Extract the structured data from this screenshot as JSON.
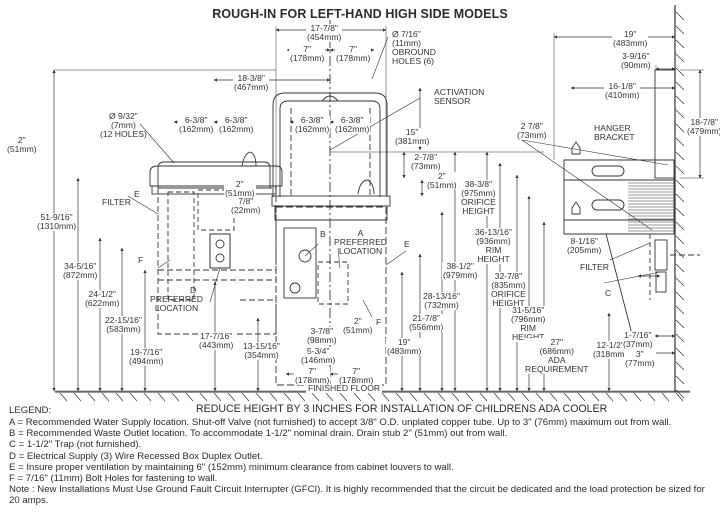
{
  "title": "ROUGH-IN FOR LEFT-HAND HIGH SIDE MODELS",
  "front_view": {
    "top_dims": [
      {
        "id": "overall_width",
        "text": "17-7/8\"",
        "mm": "(454mm)"
      },
      {
        "id": "hole_left",
        "text": "7\"",
        "mm": "(178mm)"
      },
      {
        "id": "hole_right",
        "text": "7\"",
        "mm": "(178mm)"
      },
      {
        "id": "offset",
        "text": "18-3/8\"",
        "mm": "(467mm)"
      }
    ],
    "hole_callout": {
      "line1": "Ø 9/32\"",
      "line2": "(7mm)",
      "line3": "(12 HOLES)"
    },
    "obround_callout": {
      "line1": "Ø 7/16\"",
      "line2": "(11mm)",
      "line3": "OBROUND",
      "line4": "HOLES (6)"
    },
    "sensor_label": {
      "line1": "ACTIVATION",
      "line2": "SENSOR"
    },
    "bracket_dims": [
      {
        "text": "6-3/8\"",
        "mm": "(162mm)"
      },
      {
        "text": "6-3/8\"",
        "mm": "(162mm)"
      },
      {
        "text": "6-3/8\"",
        "mm": "(162mm)"
      },
      {
        "text": "6-3/8\"",
        "mm": "(162mm)"
      }
    ],
    "sensor_height": {
      "text": "15\"",
      "mm": "(381mm)"
    },
    "dim_2_7_8": {
      "text": "2-7/8\"",
      "mm": "(73mm)"
    },
    "dim_2_right": {
      "text": "2\"",
      "mm": "(51mm)"
    },
    "dim_2_left": {
      "text": "2\"",
      "mm": "(51mm)"
    },
    "dim_2_center": {
      "text": "2\"",
      "mm": "(51mm)"
    },
    "dim_7_8": {
      "text": "7/8\"",
      "mm": "(22mm)"
    },
    "labels": {
      "E_left": "E",
      "filter": "FILTER",
      "F_left": "F",
      "D": "D",
      "preferred_d": "PREFERRED",
      "location_d": "LOCATION",
      "B": "B",
      "A": "A",
      "preferred_a": "PREFERRED",
      "location_a": "LOCATION",
      "E_right": "E",
      "F_right": "F",
      "finished_floor": "FINISHED FLOOR"
    },
    "left_heights": [
      {
        "text": "51-9/16\"",
        "mm": "(1310mm)"
      },
      {
        "text": "34-5/16\"",
        "mm": "(872mm)"
      },
      {
        "text": "24-1/2\"",
        "mm": "(622mm)"
      },
      {
        "text": "22-15/16\"",
        "mm": "(583mm)"
      },
      {
        "text": "19-7/16\"",
        "mm": "(494mm)"
      },
      {
        "text": "17-7/16\"",
        "mm": "(443mm)"
      },
      {
        "text": "13-15/16\"",
        "mm": "(354mm)"
      }
    ],
    "bottom_dims": [
      {
        "text": "3-7/8\"",
        "mm": "(98mm)"
      },
      {
        "text": "5-3/4\"",
        "mm": "(146mm)"
      },
      {
        "text": "7\"",
        "mm": "(178mm)"
      },
      {
        "text": "7\"",
        "mm": "(178mm)"
      },
      {
        "text": "2\"",
        "mm": "(51mm)"
      }
    ],
    "right_heights": [
      {
        "text": "19\"",
        "mm": "(483mm)"
      },
      {
        "text": "21-7/8\"",
        "mm": "(556mm)"
      },
      {
        "text": "28-13/16\"",
        "mm": "(732mm)"
      },
      {
        "text": "38-1/2\"",
        "mm": "(979mm)"
      }
    ]
  },
  "side_view": {
    "depth": {
      "text": "19\"",
      "mm": "(483mm)"
    },
    "wall_offset": {
      "text": "3-9/16\"",
      "mm": "(90mm)"
    },
    "bracket_depth": {
      "text": "16-1/8\"",
      "mm": "(410mm)"
    },
    "front_offset": {
      "text": "2 7/8\"",
      "mm": "(73mm)"
    },
    "hanger_bracket": {
      "line1": "HANGER",
      "line2": "BRACKET"
    },
    "bracket_height": {
      "text": "18-7/8\"",
      "mm": "(479mm)"
    },
    "heights": [
      {
        "text": "38-3/8\"",
        "mm": "(975mm)",
        "l1": "ORIFICE",
        "l2": "HEIGHT"
      },
      {
        "text": "36-13/16\"",
        "mm": "(936mm)",
        "l1": "RIM",
        "l2": "HEIGHT"
      },
      {
        "text": "32-7/8\"",
        "mm": "(835mm)",
        "l1": "ORIFICE",
        "l2": "HEIGHT"
      },
      {
        "text": "31-5/16\"",
        "mm": "(796mm)",
        "l1": "RIM",
        "l2": "HEIGHT"
      },
      {
        "text": "27\"",
        "mm": "(686mm)",
        "l1": "ADA",
        "l2": "REQUIREMENT"
      }
    ],
    "dim_8_1_16": {
      "text": "8-1/16\"",
      "mm": "(205mm)"
    },
    "filter": "FILTER",
    "C": "C",
    "dim_12_1_2": {
      "text": "12-1/2\"",
      "mm": "(318mm)"
    },
    "dim_1_7_16": {
      "text": "1-7/16\"",
      "mm": "(37mm)"
    },
    "dim_3": {
      "text": "3\"",
      "mm": "(77mm)"
    }
  },
  "legend": {
    "header": "LEGEND:",
    "reduce_note": "REDUCE HEIGHT BY 3 INCHES FOR INSTALLATION OF CHILDRENS ADA COOLER",
    "items": [
      "A = Recommended Water Supply location. Shut-off Valve (not furnished) to accept 3/8\" O.D. unplated copper tube. Up to 3\" (76mm) maximum out from wall.",
      "B = Recommended Waste Outlet location. To accommodate 1-1/2\" nominal drain. Drain stub 2\" (51mm) out from wall.",
      "C = 1-1/2\" Trap (not furnished).",
      "D = Electrical Supply (3) Wire Recessed Box Duplex Outlet.",
      "E = Insure proper ventilation by maintaining 6\" (152mm) minimum clearance from cabinet louvers to wall.",
      "F = 7/16\" (11mm) Bolt Holes for fastening to wall."
    ],
    "note": "Note : New Installations Must Use Ground Fault Circuit Interrupter (GFCI). It is highly recommended that the circuit be dedicated and the load protection be sized for 20 amps."
  },
  "colors": {
    "ink": "#2b2b2b",
    "paper": "#ffffff"
  }
}
